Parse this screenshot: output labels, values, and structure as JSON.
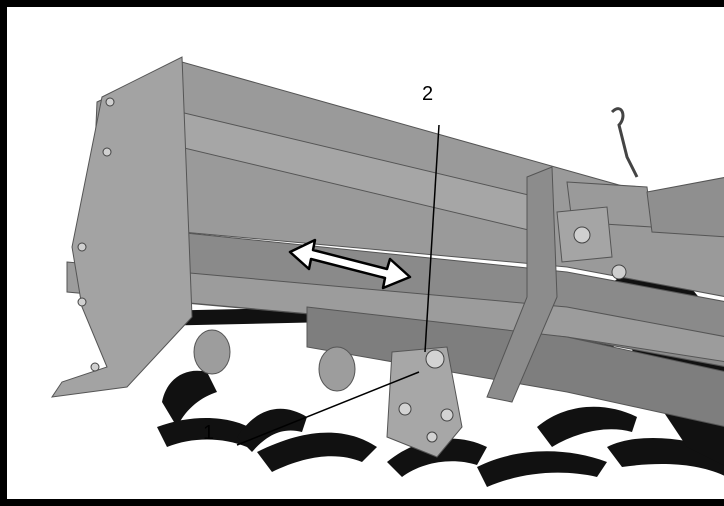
{
  "figure": {
    "callouts": [
      {
        "id": "1",
        "label": "1"
      },
      {
        "id": "2",
        "label": "2"
      }
    ],
    "colors": {
      "frame": "#000000",
      "machine_body": "#8f8f8f",
      "machine_dark": "#6b6b6b",
      "tines": "#111111",
      "arrow_fill": "#ffffff"
    },
    "icons": [
      "double-arrow-icon"
    ]
  }
}
